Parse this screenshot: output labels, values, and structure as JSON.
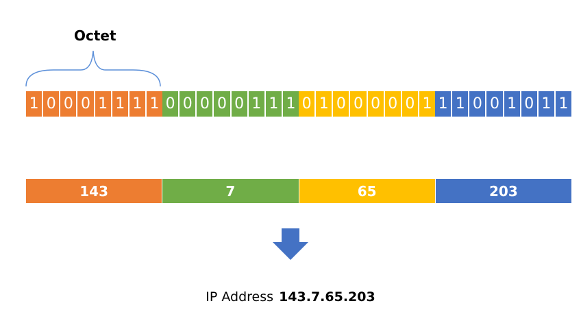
{
  "octet_label": "Octet",
  "octets": [
    {
      "bits": [
        "1",
        "0",
        "0",
        "0",
        "1",
        "1",
        "1",
        "1"
      ],
      "decimal": "143",
      "color": "#ED7D31"
    },
    {
      "bits": [
        "0",
        "0",
        "0",
        "0",
        "0",
        "1",
        "1",
        "1"
      ],
      "decimal": "7",
      "color": "#70AD47"
    },
    {
      "bits": [
        "0",
        "1",
        "0",
        "0",
        "0",
        "0",
        "0",
        "1"
      ],
      "decimal": "65",
      "color": "#FFC000"
    },
    {
      "bits": [
        "1",
        "1",
        "0",
        "0",
        "1",
        "0",
        "1",
        "1"
      ],
      "decimal": "203",
      "color": "#4472C4"
    }
  ],
  "arrow_color": "#4472C4",
  "ip": {
    "label": "IP Address",
    "value": "143.7.65.203"
  }
}
